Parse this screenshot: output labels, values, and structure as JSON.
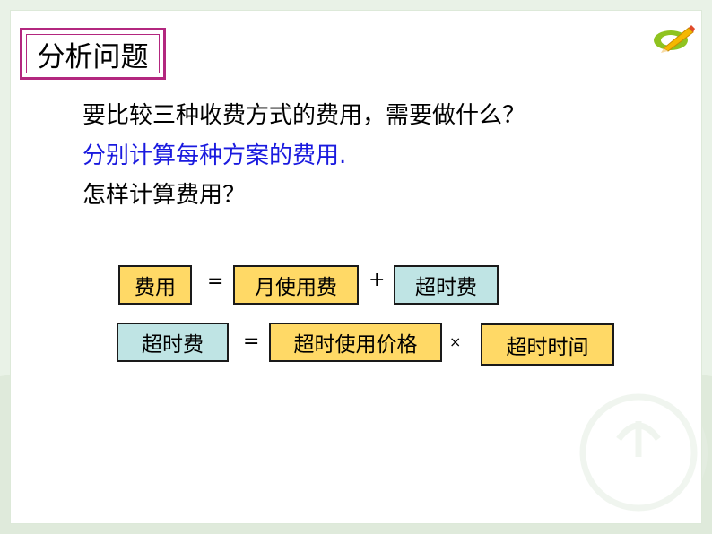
{
  "title": "分析问题",
  "question": "要比较三种收费方式的费用，需要做什么？",
  "answer": "分别计算每种方案的费用.",
  "how": "怎样计算费用？",
  "formula1": {
    "lhs": "费用",
    "eq": "=",
    "term1": "月使用费",
    "plus": "+",
    "term2": "超时费"
  },
  "formula2": {
    "lhs": "超时费",
    "eq": "=",
    "term1": "超时使用价格",
    "times": "×",
    "term2": "超时时间"
  },
  "colors": {
    "title_border": "#b3277f",
    "answer_text": "#1a1adf",
    "box_yellow": "#ffd966",
    "box_blue": "#bfe4e4"
  },
  "icons": [
    "pencil-logo-icon"
  ]
}
